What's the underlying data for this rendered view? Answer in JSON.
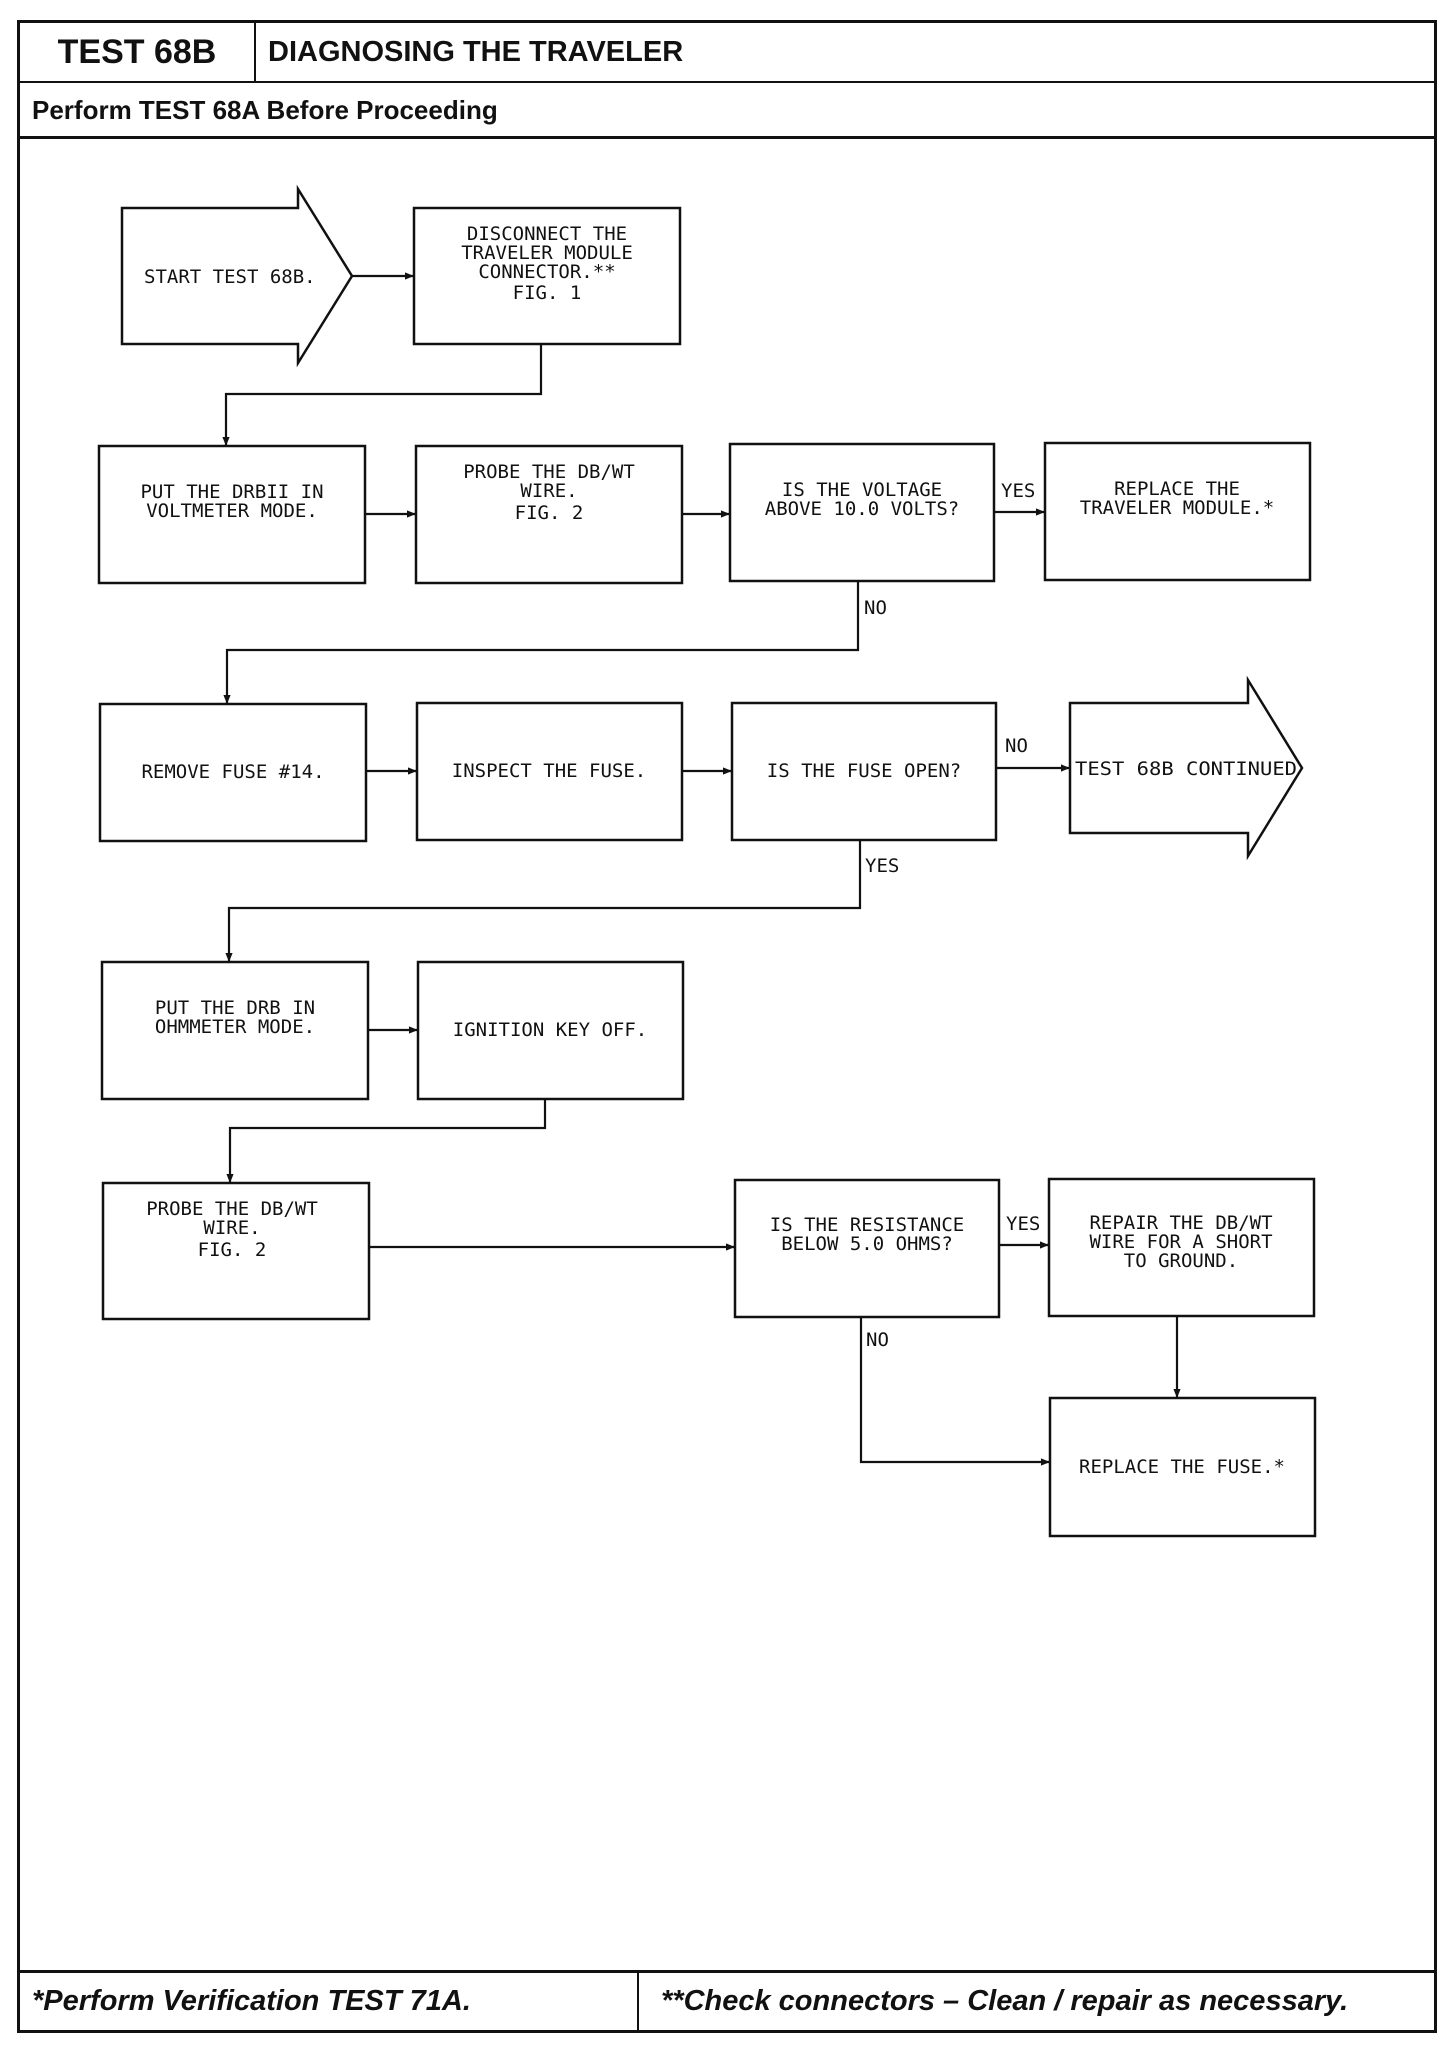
{
  "header": {
    "test_id": "TEST 68B",
    "title": "DIAGNOSING THE TRAVELER",
    "prerequisite": "Perform TEST 68A Before Proceeding"
  },
  "flowchart": {
    "start": "START TEST 68B.",
    "disconnect": [
      "DISCONNECT THE",
      "TRAVELER MODULE",
      "CONNECTOR.**",
      "",
      "FIG. 1"
    ],
    "drbii_voltmeter": [
      "PUT THE DRBII IN",
      "VOLTMETER MODE."
    ],
    "probe_1": [
      "PROBE THE DB/WT",
      "WIRE.",
      "",
      "FIG. 2"
    ],
    "voltage_question": [
      "IS THE VOLTAGE",
      "ABOVE 10.0 VOLTS?"
    ],
    "replace_module": [
      "REPLACE THE",
      "TRAVELER MODULE.*"
    ],
    "remove_fuse": [
      "REMOVE FUSE #14."
    ],
    "inspect_fuse": [
      "INSPECT THE FUSE."
    ],
    "fuse_question": [
      "IS THE FUSE OPEN?"
    ],
    "continued": "TEST 68B CONTINUED",
    "drb_ohmmeter": [
      "PUT THE DRB IN",
      "OHMMETER MODE."
    ],
    "ignition_off": [
      "IGNITION KEY OFF."
    ],
    "probe_2": [
      "PROBE THE DB/WT",
      "WIRE.",
      "",
      "FIG. 2"
    ],
    "resistance_question": [
      "IS THE RESISTANCE",
      "BELOW 5.0 OHMS?"
    ],
    "repair_wire": [
      "REPAIR THE DB/WT",
      "WIRE FOR A SHORT",
      "TO GROUND."
    ],
    "replace_fuse": [
      "REPLACE THE FUSE.*"
    ],
    "labels": {
      "yes_voltage": "YES",
      "no_voltage": "NO",
      "no_fuse": "NO",
      "yes_fuse": "YES",
      "yes_resistance": "YES",
      "no_resistance": "NO"
    }
  },
  "footer": {
    "note_left": "*Perform Verification TEST 71A.",
    "note_right": "**Check connectors – Clean / repair as necessary."
  }
}
